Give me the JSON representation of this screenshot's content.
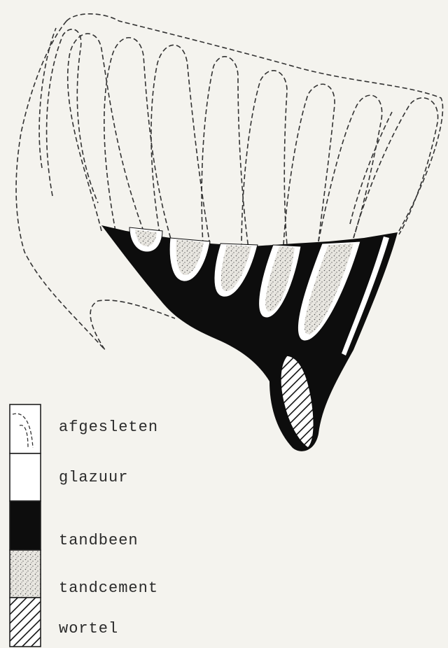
{
  "legend": {
    "items": [
      {
        "key": "worn",
        "label": "afgesleten"
      },
      {
        "key": "enamel",
        "label": "glazuur"
      },
      {
        "key": "dentine",
        "label": "tandbeen"
      },
      {
        "key": "cement",
        "label": "tandcement"
      },
      {
        "key": "root",
        "label": "wortel"
      }
    ]
  },
  "colors": {
    "background": "#f4f3ee",
    "ink": "#111111",
    "paper": "#ffffff",
    "stipple": "#e2e0da"
  }
}
